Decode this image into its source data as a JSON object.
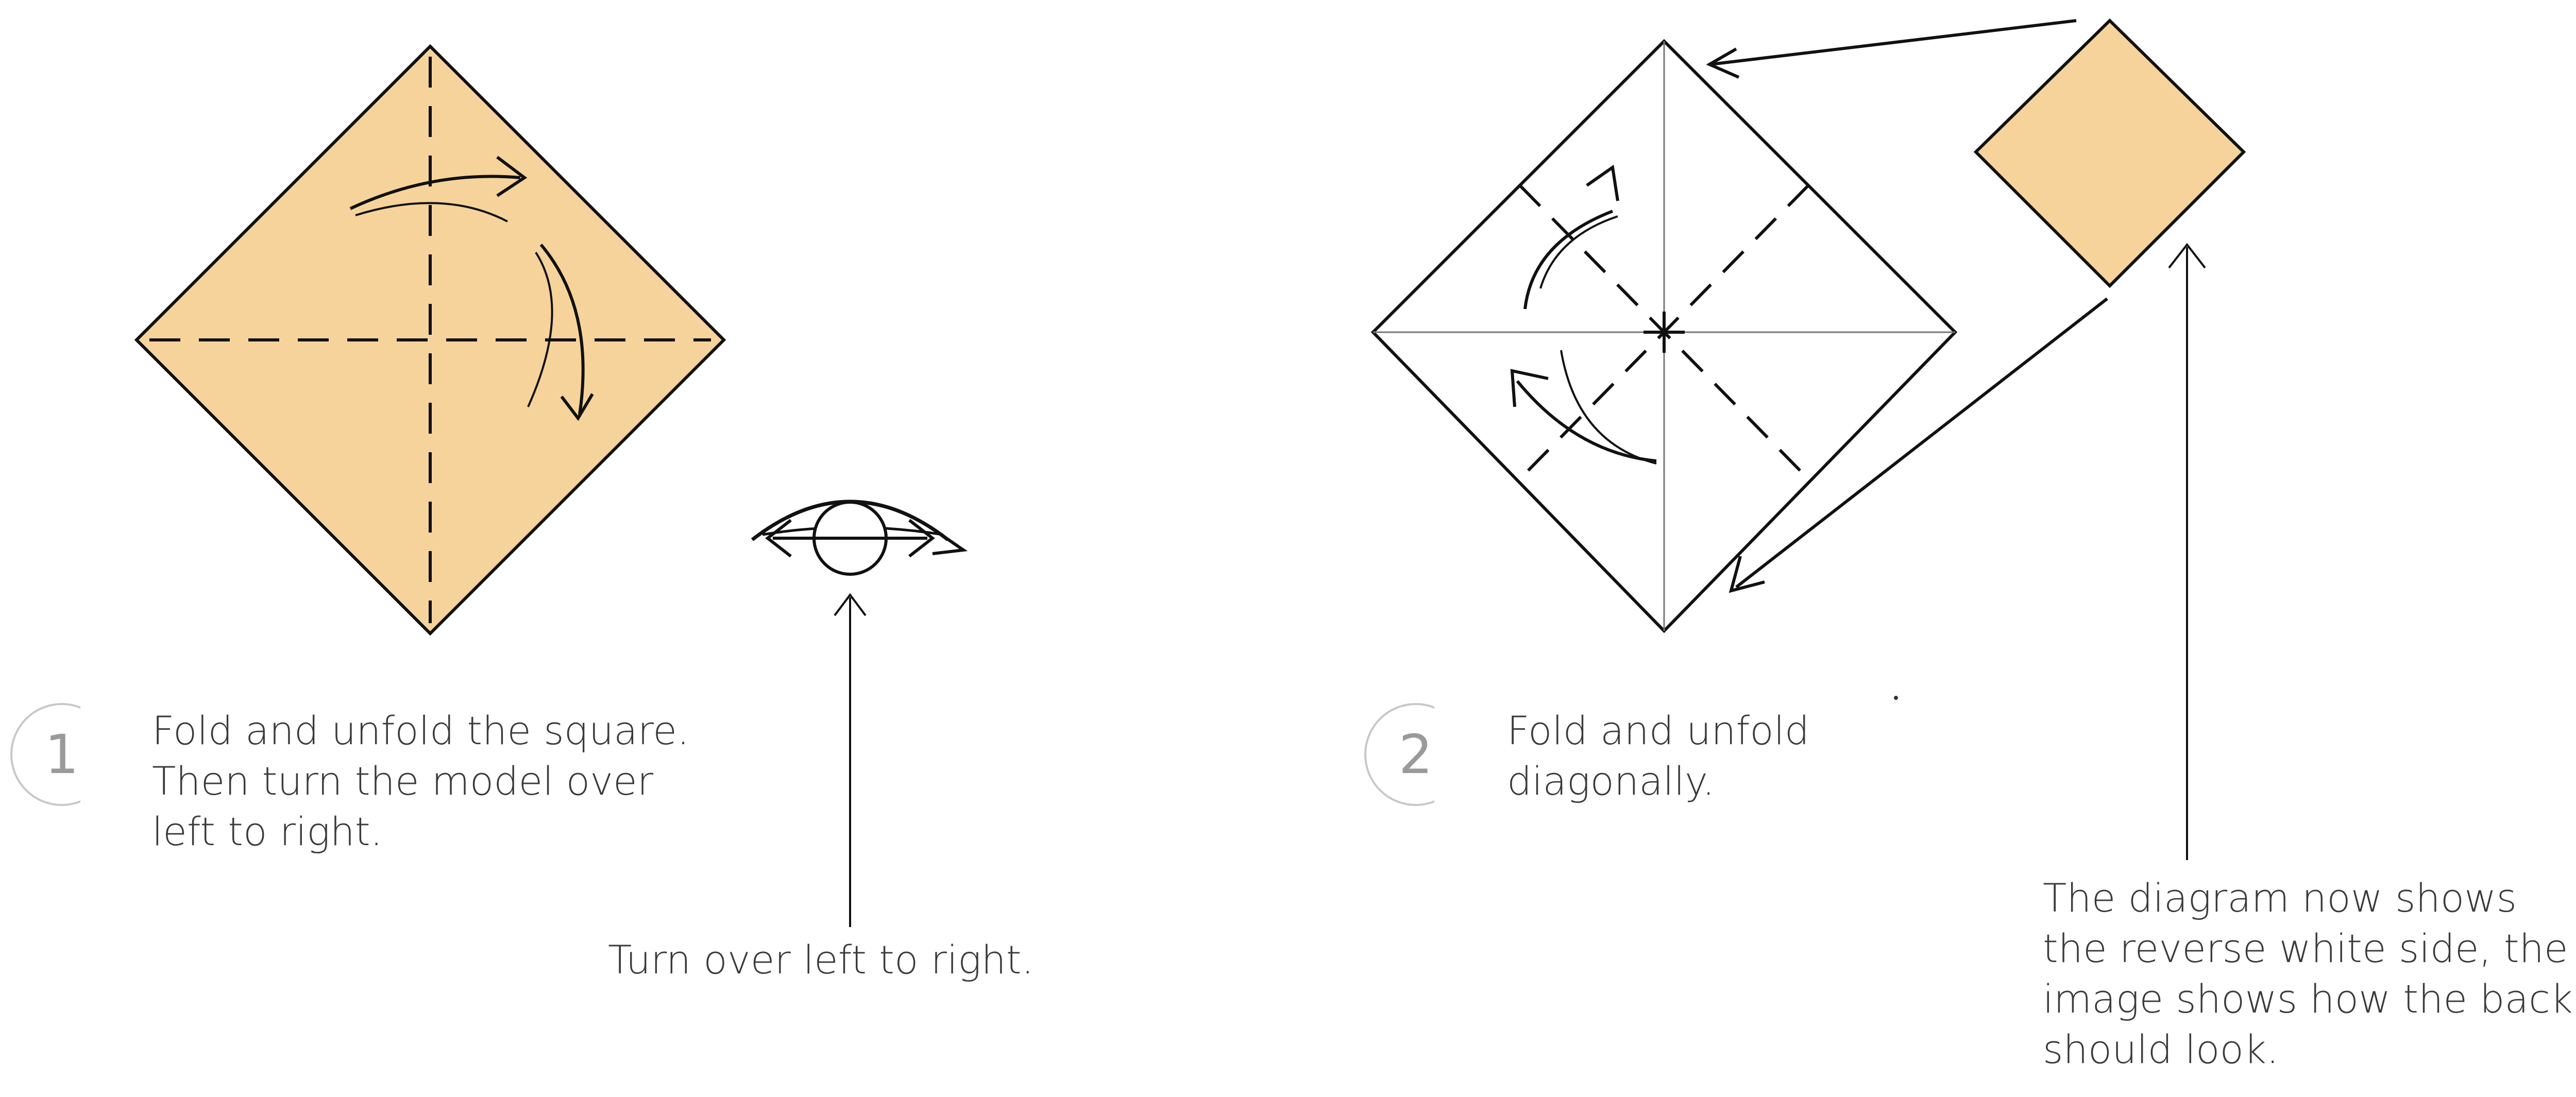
{
  "colors": {
    "paper_colored": "#f5d39b",
    "paper_white": "#ffffff",
    "line": "#111111",
    "text": "#3a3a3a",
    "step_circle": "#c8c8c8"
  },
  "steps": [
    {
      "number": "1",
      "text": "Fold and unfold the square.\nThen turn the model over\nleft to right."
    },
    {
      "number": "2",
      "text": "Fold and unfold\ndiagonally."
    }
  ],
  "annotations": {
    "turn_over": "Turn over left to right.",
    "reverse_note": "The diagram now shows\nthe reverse white side, the\nimage shows how the back\nshould look."
  },
  "icons": [
    "eye-icon",
    "turn-over-arrow-icon",
    "fold-arrow-icon"
  ]
}
